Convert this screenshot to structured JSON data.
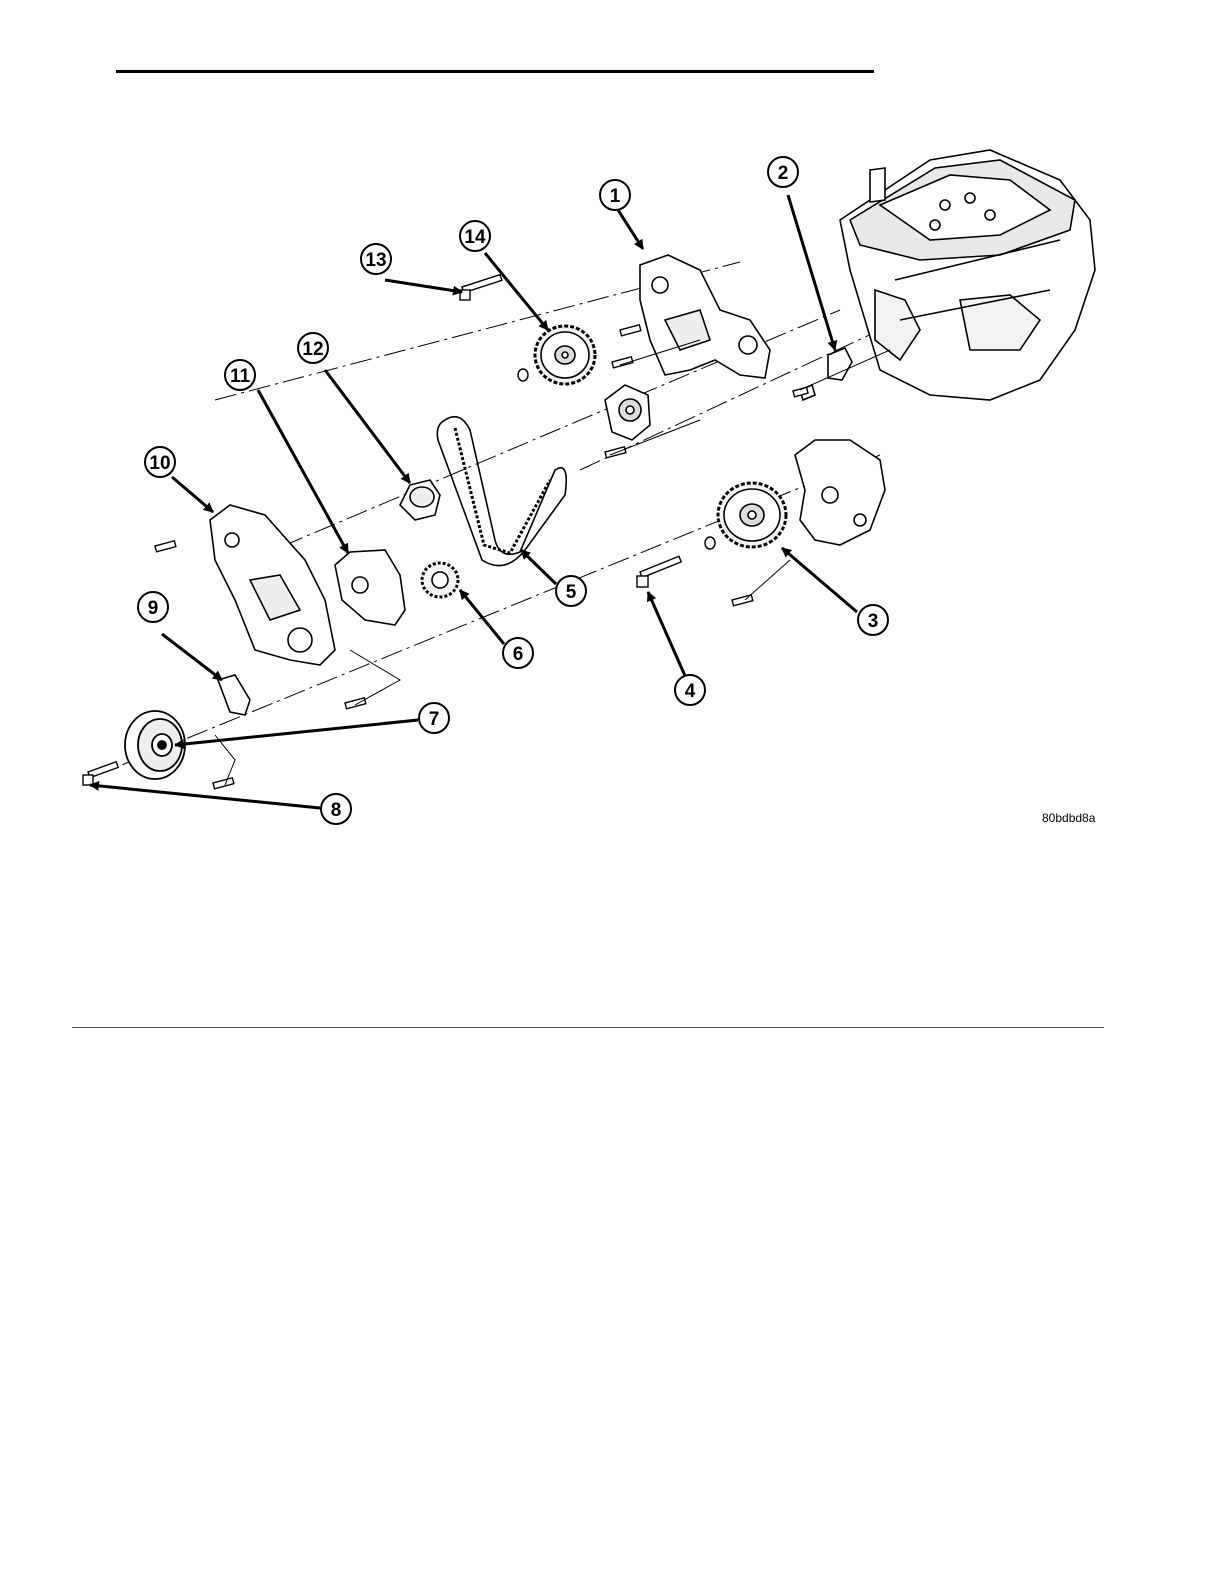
{
  "figure": {
    "figure_code": "80bdbd8a",
    "callouts": [
      {
        "number": "1"
      },
      {
        "number": "2"
      },
      {
        "number": "3"
      },
      {
        "number": "4"
      },
      {
        "number": "5"
      },
      {
        "number": "6"
      },
      {
        "number": "7"
      },
      {
        "number": "8"
      },
      {
        "number": "9"
      },
      {
        "number": "10"
      },
      {
        "number": "11"
      },
      {
        "number": "12"
      },
      {
        "number": "13"
      },
      {
        "number": "14"
      }
    ]
  }
}
